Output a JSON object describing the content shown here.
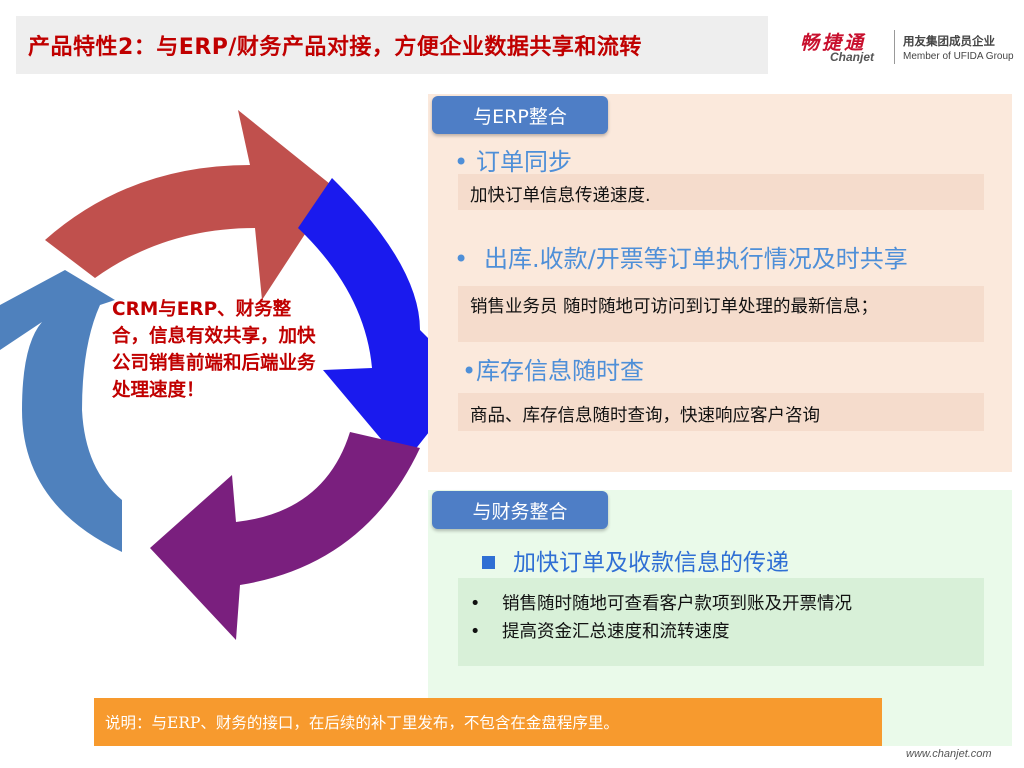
{
  "title": "产品特性2：与ERP/财务产品对接，方便企业数据共享和流转",
  "logo": {
    "brand_cn": "畅捷通",
    "brand_en": "Chanjet",
    "group_cn": "用友集团成员企业",
    "group_en": "Member of UFIDA Group"
  },
  "cycle": {
    "center_text": "CRM与ERP、财务整合，信息有效共享，加快公司销售前端和后端业务处理速度！",
    "arrow_colors": [
      "#c0504d",
      "#1a1aee",
      "#7a1f7e",
      "#4f81bd"
    ]
  },
  "erp": {
    "tag": "与ERP整合",
    "items": [
      {
        "heading": "订单同步",
        "detail": "加快订单信息传递速度."
      },
      {
        "heading": "出库.收款/开票等订单执行情况及时共享",
        "detail": "销售业务员 随时随地可访问到订单处理的最新信息；"
      },
      {
        "heading": "库存信息随时查",
        "detail": "商品、库存信息随时查询，快速响应客户咨询"
      }
    ]
  },
  "finance": {
    "tag": "与财务整合",
    "heading": "加快订单及收款信息的传递",
    "items": [
      "销售随时随地可查看客户款项到账及开票情况",
      "提高资金汇总速度和流转速度"
    ]
  },
  "note": "说明：与ERP、财务的接口，在后续的补丁里发布，不包含在金盘程序里。",
  "footer": "www.chanjet.com"
}
